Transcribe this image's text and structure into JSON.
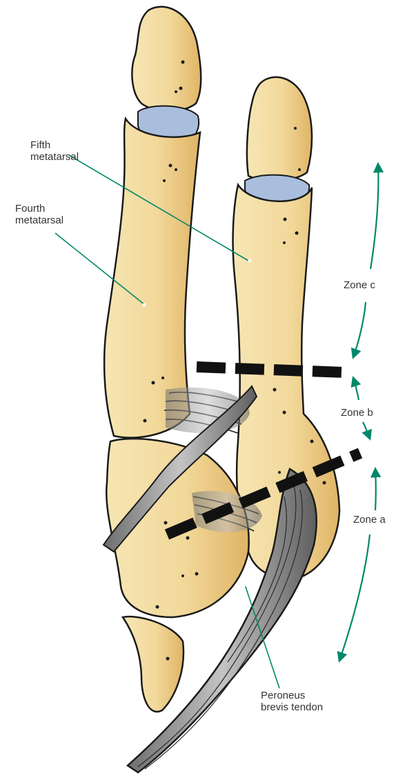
{
  "labels": {
    "fifth_metatarsal": [
      "Fifth",
      "metatarsal"
    ],
    "fourth_metatarsal": [
      "Fourth",
      "metatarsal"
    ],
    "zone_c": "Zone c",
    "zone_b": "Zone b",
    "zone_a": "Zone a",
    "peroneus_brevis_tendon": [
      "Peroneus",
      "brevis tendon"
    ]
  },
  "colors": {
    "leader_line": "#00876a",
    "bone_fill": "#f4dfa4",
    "bone_shade": "#e2b86a",
    "cartilage": "#a9bedd",
    "tendon": "#8a8a8a",
    "outline": "#1a1a1a",
    "zone_divider": "#111111"
  },
  "icons": {
    "zone_arrow": "double-headed-curved-arrow",
    "divider": "dashed-line"
  }
}
